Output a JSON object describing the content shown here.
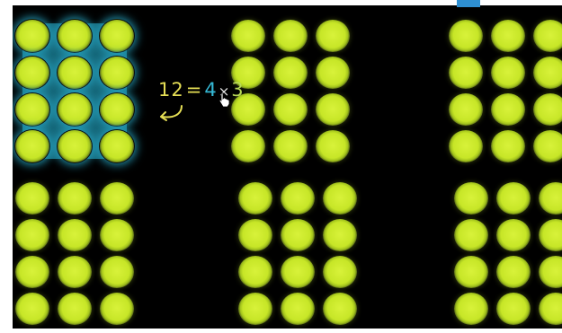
{
  "equation": {
    "total": "12",
    "equals": "=",
    "rows": "4",
    "times": "×",
    "cols": "3"
  },
  "grid": {
    "group_columns": 3,
    "group_rows": 2,
    "rows_per_group": 4,
    "balls_per_row": 3,
    "highlighted_group": 0
  },
  "colors": {
    "background": "#000000",
    "ball": "#c7e627",
    "highlight": "#1f8aa2",
    "total_text": "#e5de55",
    "rows_text": "#35b9d6",
    "cols_text": "#b8d956"
  },
  "icons": [
    "curved-arrow-icon",
    "hand-pointer-icon"
  ]
}
